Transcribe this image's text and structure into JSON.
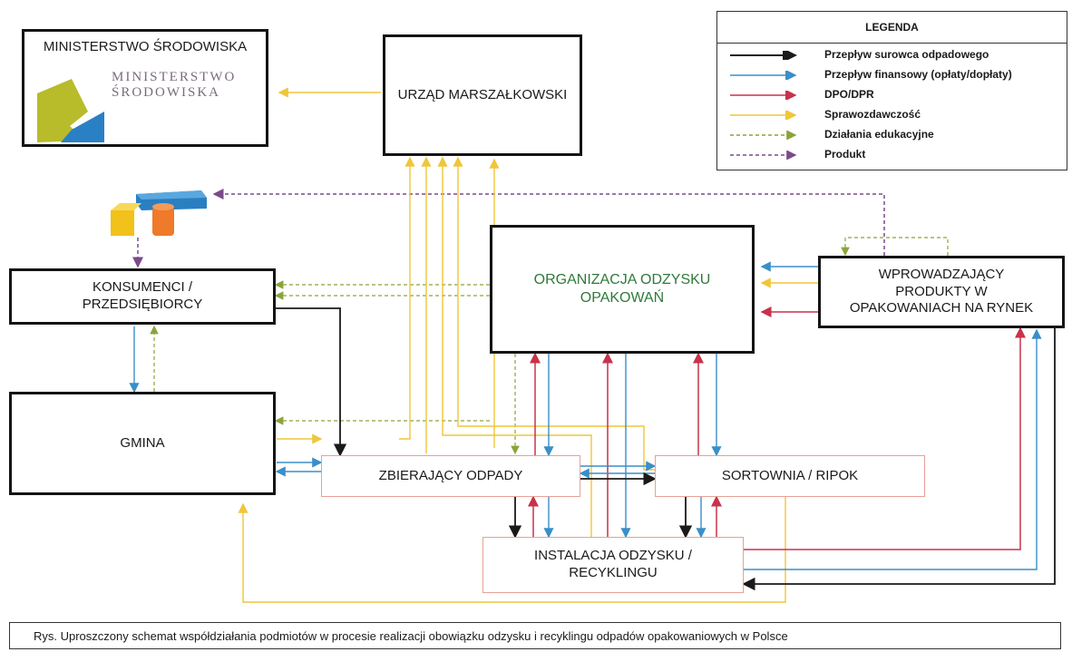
{
  "diagram": {
    "entities": {
      "ministerstwo": {
        "title": "MINISTERSTWO ŚRODOWISKA",
        "logo_text_line1": "MINISTERSTWO",
        "logo_text_line2": "ŚRODOWISKA"
      },
      "urzad": {
        "label": "URZĄD MARSZAŁKOWSKI"
      },
      "konsumenci": {
        "label_line1": "KONSUMENCI /",
        "label_line2": "PRZEDSIĘBIORCY"
      },
      "organizacja": {
        "label_line1": "ORGANIZACJA ODZYSKU",
        "label_line2": "OPAKOWAŃ"
      },
      "wprowadzajacy": {
        "label_line1": "WPROWADZAJĄCY",
        "label_line2": "PRODUKTY W",
        "label_line3": "OPAKOWANIACH NA RYNEK"
      },
      "gmina": {
        "label": "GMINA"
      },
      "zbierajacy": {
        "label": "ZBIERAJĄCY ODPADY"
      },
      "sortownia": {
        "label": "SORTOWNIA / RIPOK"
      },
      "instalacja": {
        "label_line1": "INSTALACJA ODZYSKU /",
        "label_line2": "RECYKLINGU"
      }
    },
    "legend": {
      "title": "LEGENDA",
      "items": [
        {
          "label": "Przepływ surowca odpadowego",
          "color": "#1a1a1a",
          "style": "solid"
        },
        {
          "label": "Przepływ finansowy (opłaty/dopłaty)",
          "color": "#3a8fc8",
          "style": "solid"
        },
        {
          "label": "DPO/DPR",
          "color": "#c8324a",
          "style": "solid"
        },
        {
          "label": "Sprawozdawczość",
          "color": "#f0c63a",
          "style": "solid"
        },
        {
          "label": "Działania edukacyjne",
          "color": "#8aa43a",
          "style": "dashed"
        },
        {
          "label": "Produkt",
          "color": "#7a4a8a",
          "style": "dashed"
        }
      ]
    },
    "caption": "Rys. Uproszczony schemat współdziałania podmiotów w procesie realizacji obowiązku odzysku i recyklingu odpadów opakowaniowych w Polsce"
  }
}
